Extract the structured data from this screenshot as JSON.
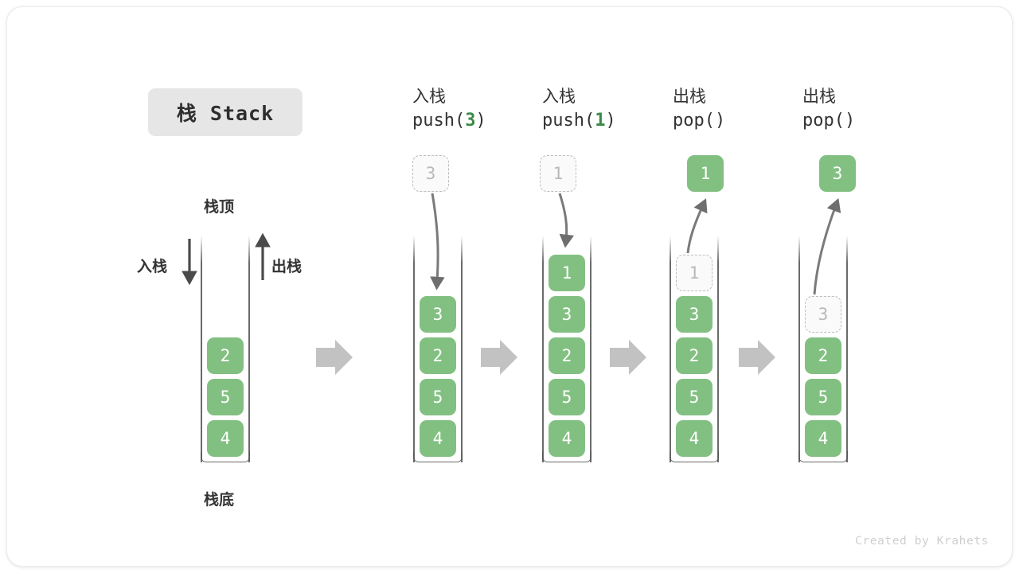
{
  "figure": {
    "title": "栈 Stack",
    "top_label": "栈顶",
    "bottom_label": "栈底",
    "push_label": "入栈",
    "pop_label": "出栈",
    "watermark": "Created by Krahets",
    "colors": {
      "element_fill": "#82c082",
      "element_text": "#ffffff",
      "ghost_fill": "#fafafa",
      "ghost_border": "#bdbdbd",
      "ghost_text": "#b9b9b9",
      "accent_green": "#3a8a47",
      "arrow_gray": "#6e6e6e",
      "block_arrow_gray": "#c2c2c2",
      "badge_bg": "#e6e6e6",
      "text_dark": "#333333"
    }
  },
  "columns": [
    {
      "id": "initial",
      "heading_cn": "",
      "heading_code_prefix": "",
      "heading_code_value": "",
      "heading_code_suffix": "",
      "floating": null,
      "stack": [
        "2",
        "5",
        "4"
      ],
      "ghost_index": -1
    },
    {
      "id": "push-3",
      "heading_cn": "入栈",
      "heading_code_prefix": "push(",
      "heading_code_value": "3",
      "heading_code_suffix": ")",
      "floating": {
        "value": "3",
        "style": "ghost"
      },
      "stack": [
        "3",
        "2",
        "5",
        "4"
      ],
      "ghost_index": -1
    },
    {
      "id": "push-1",
      "heading_cn": "入栈",
      "heading_code_prefix": "push(",
      "heading_code_value": "1",
      "heading_code_suffix": ")",
      "floating": {
        "value": "1",
        "style": "ghost"
      },
      "stack": [
        "1",
        "3",
        "2",
        "5",
        "4"
      ],
      "ghost_index": -1
    },
    {
      "id": "pop-1",
      "heading_cn": "出栈",
      "heading_code_prefix": "pop(",
      "heading_code_value": "",
      "heading_code_suffix": ")",
      "floating": {
        "value": "1",
        "style": "filled"
      },
      "stack": [
        "1",
        "3",
        "2",
        "5",
        "4"
      ],
      "ghost_index": 0
    },
    {
      "id": "pop-3",
      "heading_cn": "出栈",
      "heading_code_prefix": "pop(",
      "heading_code_value": "",
      "heading_code_suffix": ")",
      "floating": {
        "value": "3",
        "style": "filled"
      },
      "stack": [
        "3",
        "2",
        "5",
        "4"
      ],
      "ghost_index": 0
    }
  ]
}
